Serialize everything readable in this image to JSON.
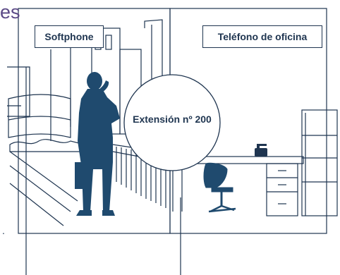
{
  "corner_text": "es",
  "labels": {
    "softphone": "Softphone",
    "office_phone": "Teléfono de oficina",
    "extension": "Extensión nº 200"
  },
  "colors": {
    "line": "#1f3550",
    "figure": "#1f4a6e",
    "accent_text": "#5b4a86",
    "background": "#ffffff"
  }
}
